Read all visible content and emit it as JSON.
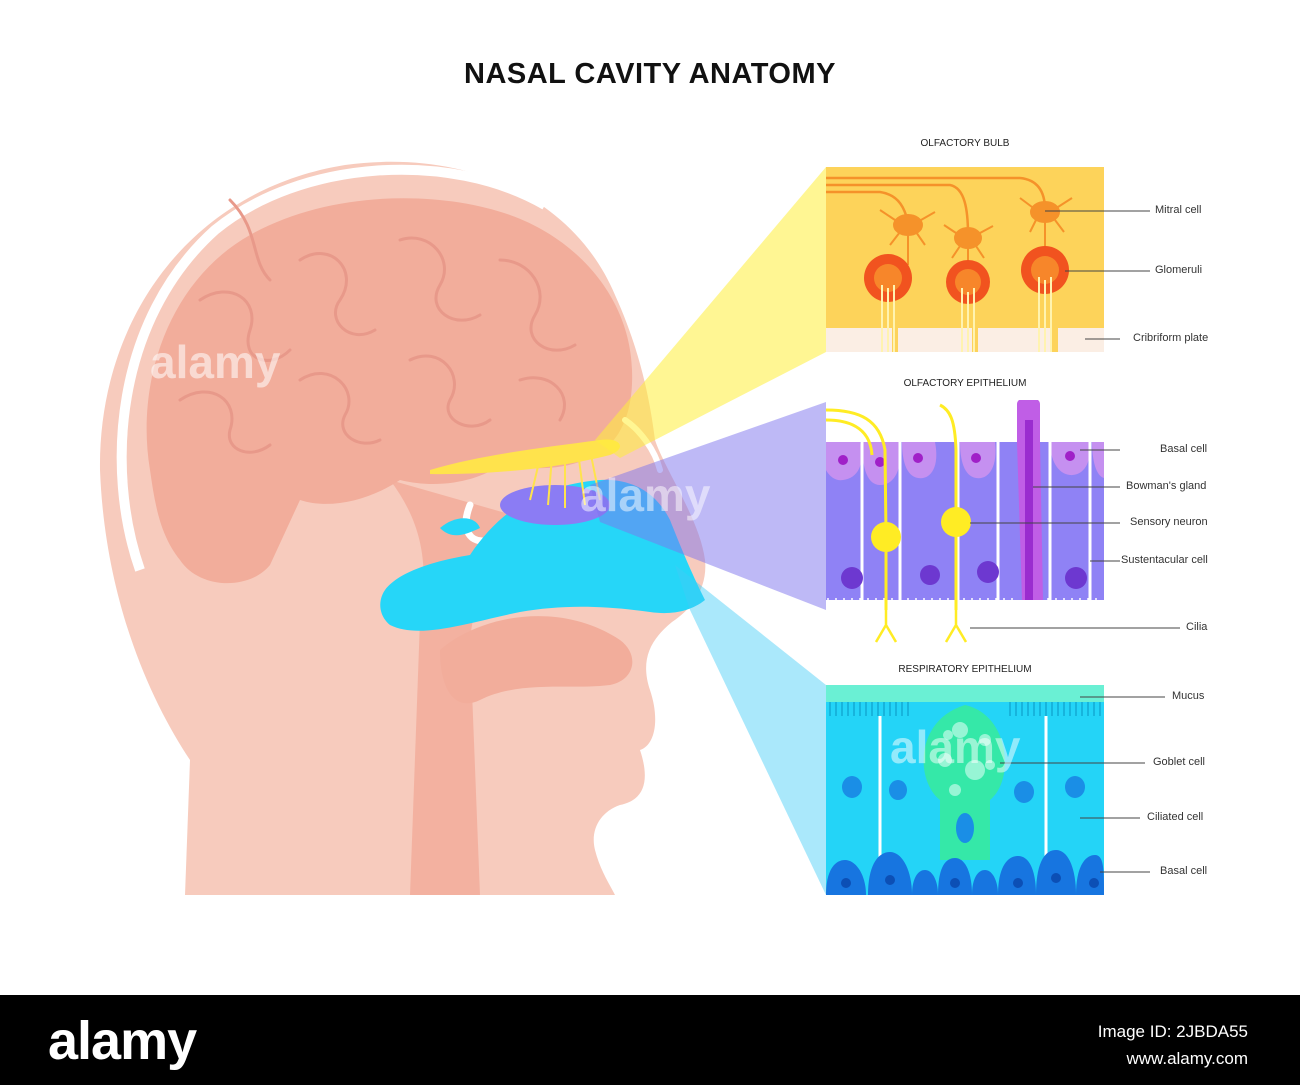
{
  "title": "NASAL CAVITY ANATOMY",
  "sections": {
    "bulb": "OLFACTORY BULB",
    "olfactory_epithelium": "OLFACTORY EPITHELIUM",
    "respiratory_epithelium": "RESPIRATORY EPITHELIUM"
  },
  "labels": {
    "mitral_cell": "Mitral cell",
    "glomeruli": "Glomeruli",
    "cribriform_plate": "Cribriform plate",
    "basal_cell_top": "Basal cell",
    "bowmans_gland": "Bowman's gland",
    "sensory_neuron": "Sensory neuron",
    "sustentacular_cell": "Sustentacular cell",
    "cilia": "Cilia",
    "mucus": "Mucus",
    "goblet_cell": "Goblet cell",
    "ciliated_cell": "Ciliated cell",
    "basal_cell_bottom": "Basal cell"
  },
  "watermark": "alamy",
  "footer": {
    "logo": "alamy",
    "image_id": "Image ID: 2JBDA55",
    "site": "www.alamy.com"
  },
  "colors": {
    "skin": "#f7cbbd",
    "brain": "#f2ad9b",
    "bulb_bg": "#fdd35a",
    "olfactory_purple": "#8b7cf4",
    "respiratory_blue": "#19d0f6",
    "footer": "#000000"
  }
}
